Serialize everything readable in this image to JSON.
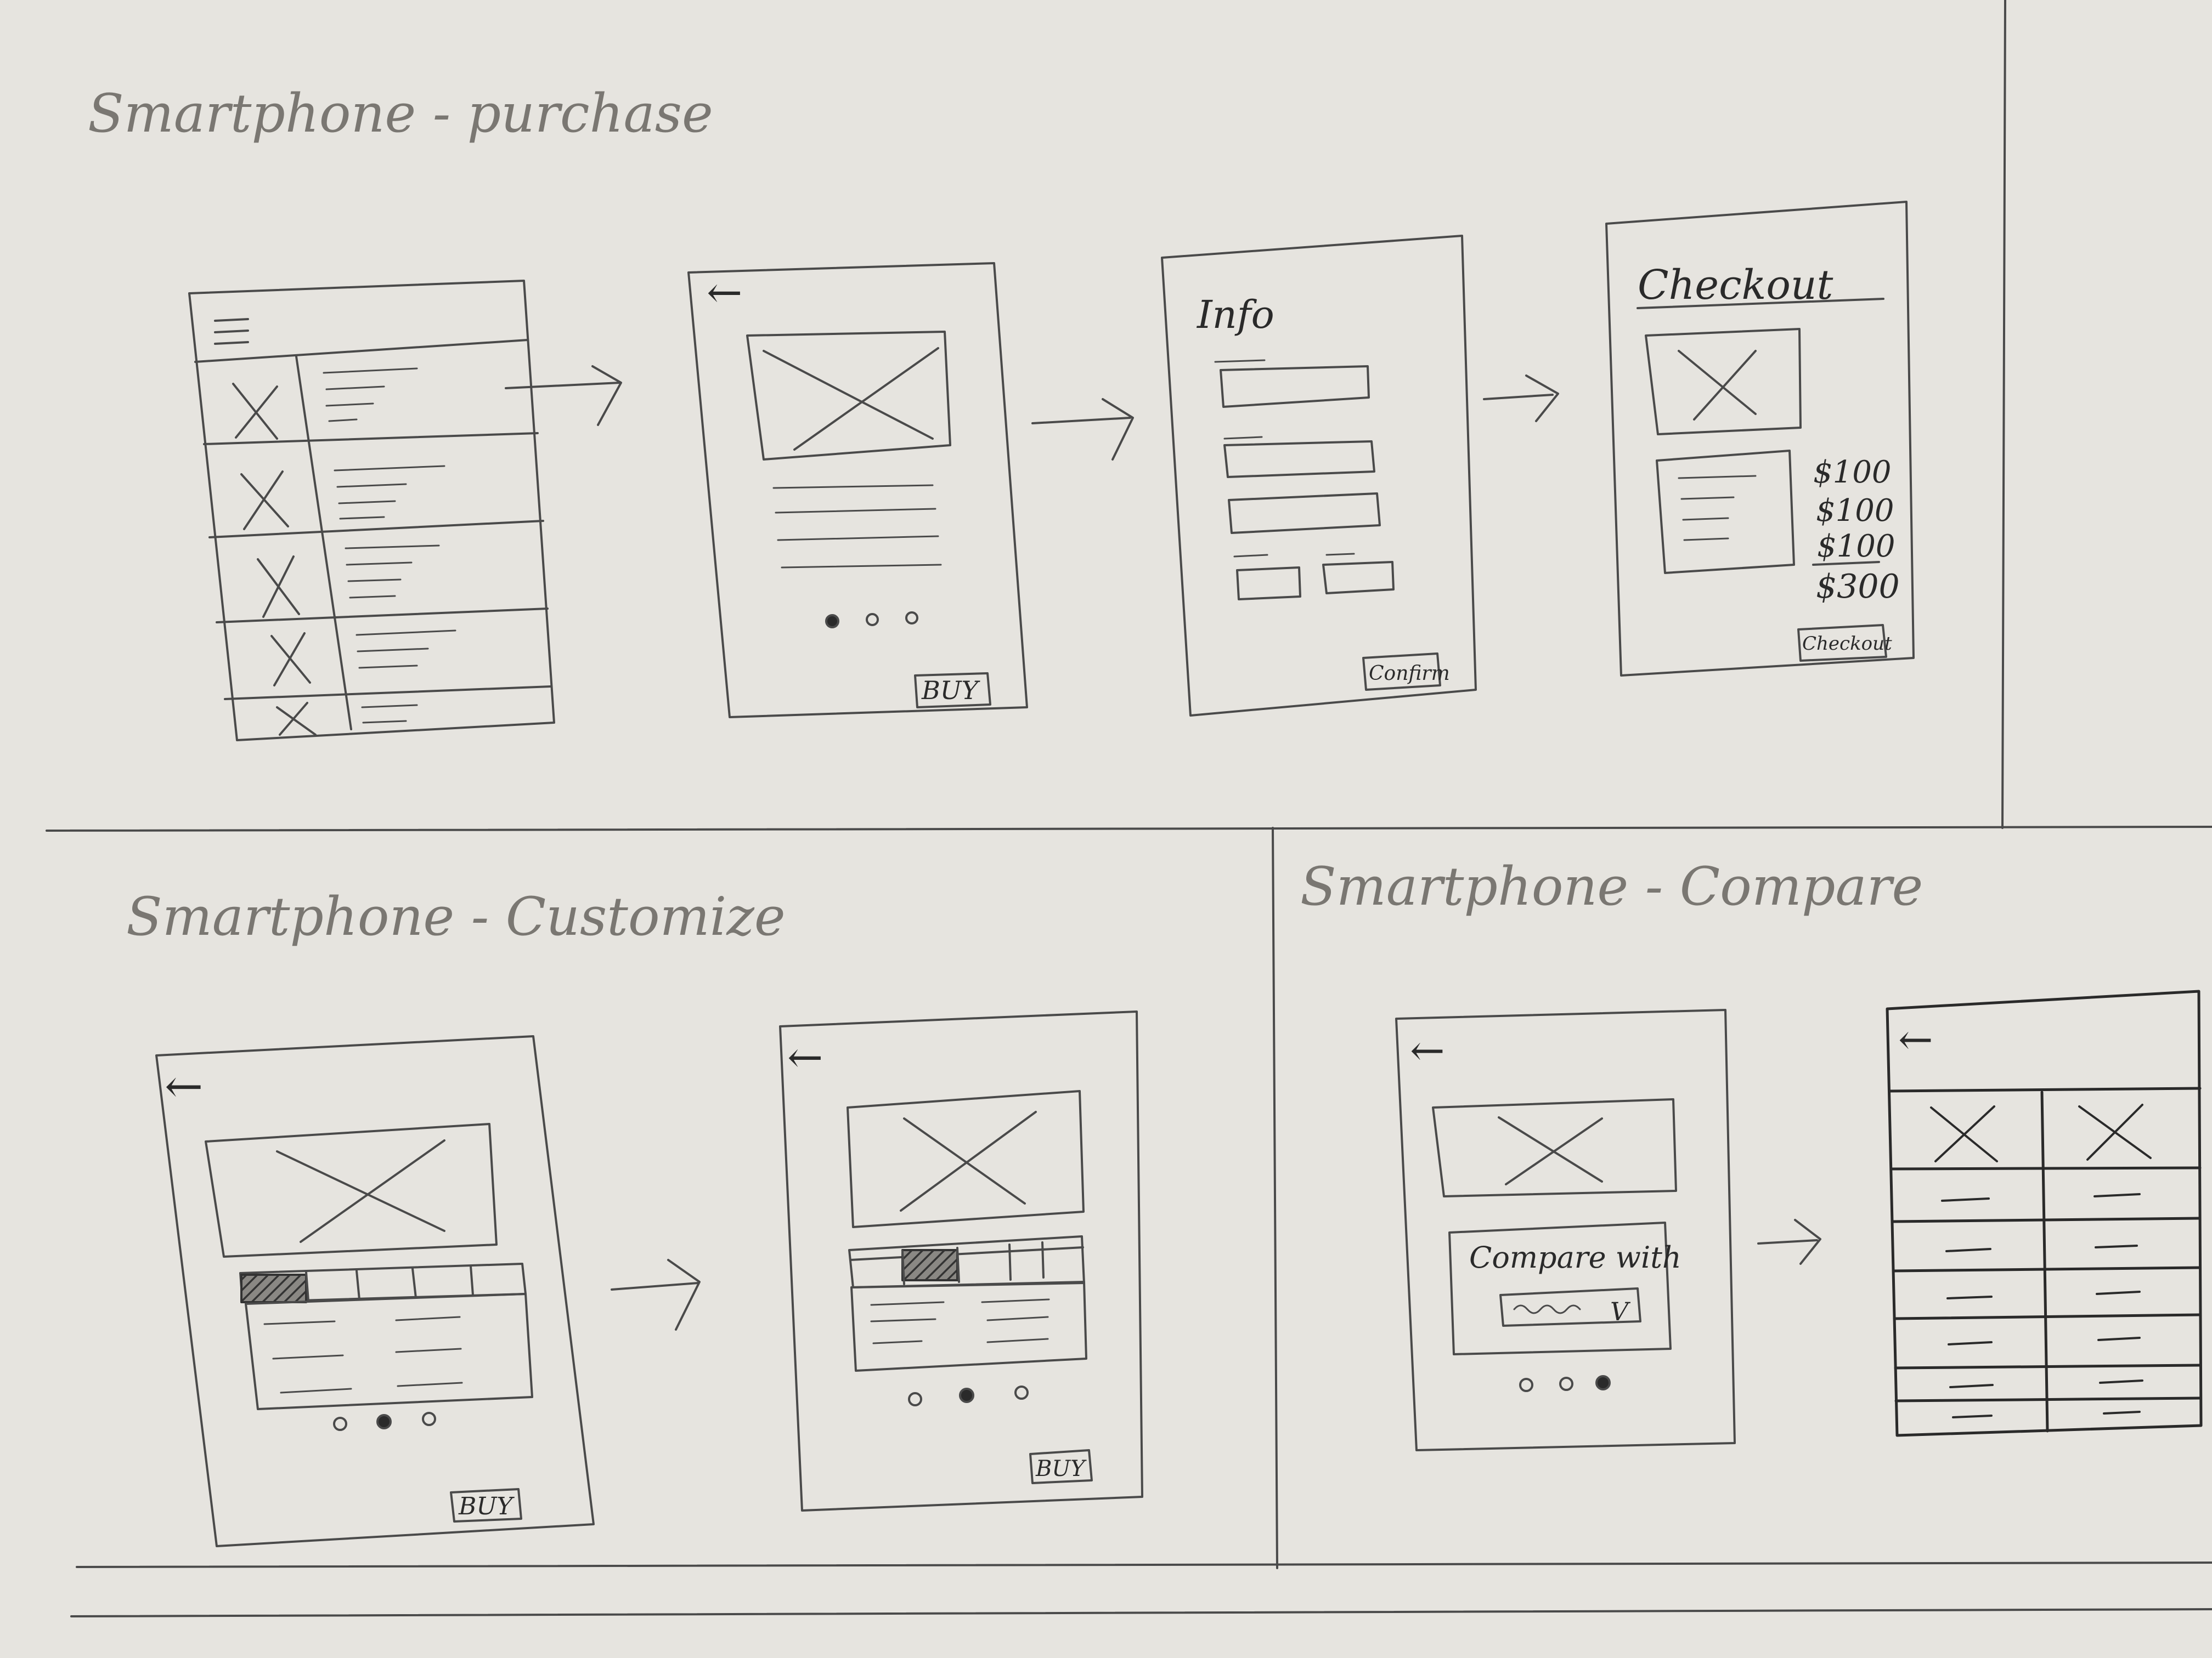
{
  "sections": {
    "purchase": {
      "title": "Smartphone - purchase"
    },
    "customize": {
      "title": "Smartphone - Customize"
    },
    "compare": {
      "title": "Smartphone - Compare"
    }
  },
  "screens": {
    "detail": {
      "back_arrow": "←",
      "buy_label": "BUY"
    },
    "info": {
      "heading": "Info",
      "confirm_label": "Confirm"
    },
    "checkout": {
      "heading": "Checkout",
      "prices": [
        "$100",
        "$100",
        "$100"
      ],
      "total": "$300",
      "button_label": "Checkout"
    },
    "customize_a": {
      "back_arrow": "←",
      "buy_label": "BUY"
    },
    "customize_b": {
      "back_arrow": "←",
      "buy_label": "BUY"
    },
    "compare_a": {
      "back_arrow": "←",
      "compare_label": "Compare with",
      "dropdown_chevron": "V"
    },
    "compare_b": {
      "back_arrow": "←"
    }
  },
  "flow_arrow": "→",
  "colors": {
    "paper": "#e6e4df",
    "pencil": "#4a4a4a",
    "faint_pencil": "#7a7772",
    "shade": "#555555"
  }
}
